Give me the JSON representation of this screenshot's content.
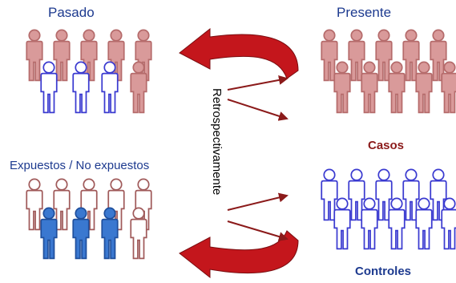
{
  "labels": {
    "past_title": "Pasado",
    "present_title": "Presente",
    "exposure_title": "Expuestos / No expuestos",
    "cases_label": "Casos",
    "controls_label": "Controles",
    "direction_text": "Retrospectivamente"
  },
  "colors": {
    "case_fill": "#d99a9a",
    "case_stroke": "#b56b6b",
    "control_stroke": "#3a3ad0",
    "control_fill": "#ffffff",
    "past_control_stroke": "#3a3ad0",
    "exposed_fill": "#3a78d0",
    "exposed_stroke": "#1f4f9c",
    "unexposed_stroke": "#a05a5a",
    "arrow_red": "#c4161c",
    "small_arrow": "#8b1a1a",
    "label_blue": "#1d3a8f",
    "label_red": "#8b1a1a"
  },
  "icons": {
    "person": "person-icon",
    "curved_arrow": "curved-arrow-icon",
    "straight_arrow": "arrow-right-icon"
  }
}
